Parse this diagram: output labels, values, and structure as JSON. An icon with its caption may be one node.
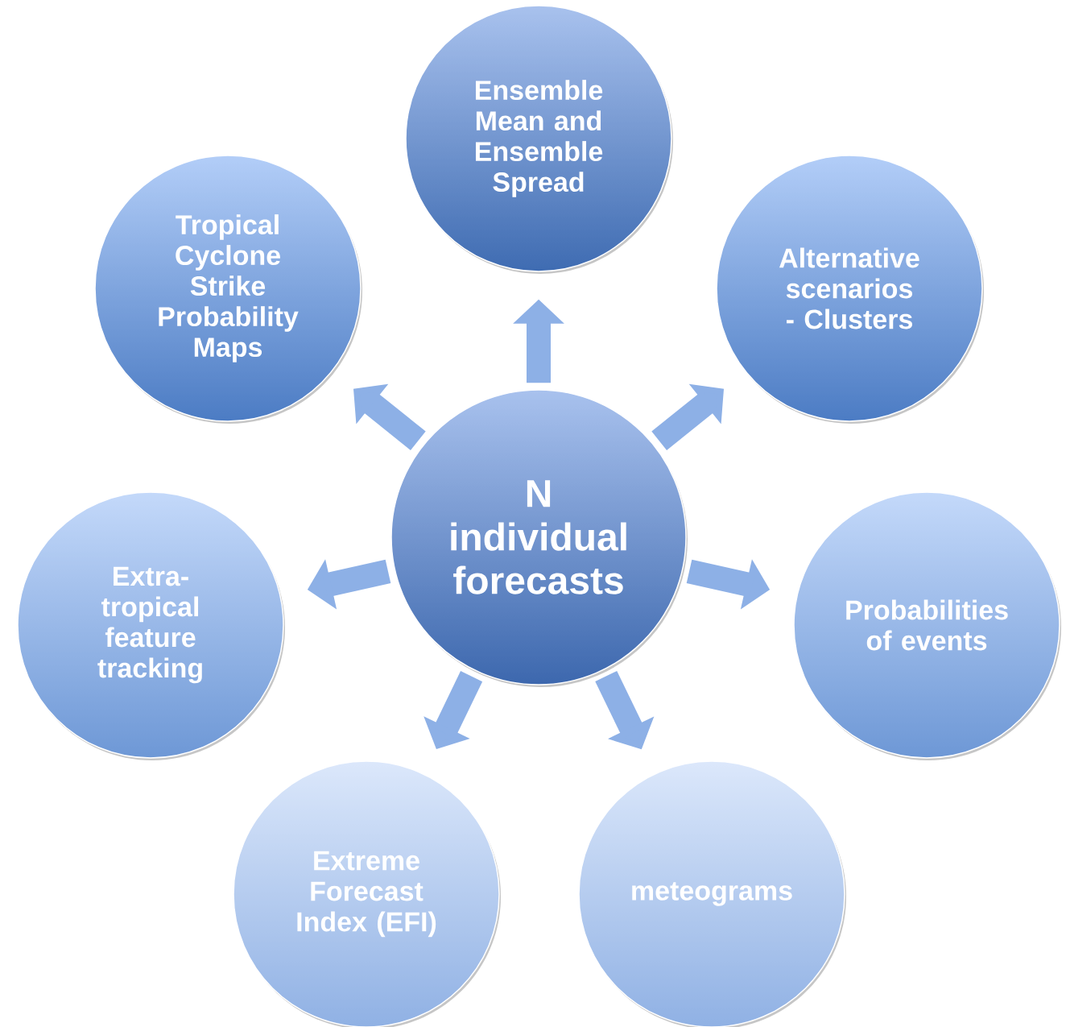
{
  "diagram": {
    "nodes": [
      {
        "text": [
          "Ensemble Mean and Ensemble Spread"
        ]
      },
      {
        "text": [
          "Tropical Cyclone Strike Probability Maps"
        ]
      },
      {
        "text": [
          "Alternative scenarios - Clusters"
        ]
      },
      {
        "text": [
          "N individual forecasts"
        ]
      },
      {
        "text": [
          "Extra-tropical feature tracking"
        ]
      },
      {
        "text": [
          "Probabilities of events"
        ]
      },
      {
        "text": [
          "Extreme Forecast Index (EFI)"
        ]
      },
      {
        "text": [
          "meteograms"
        ]
      }
    ],
    "edges": [
      {
        "from": 3,
        "to": 0,
        "arrow": "to"
      },
      {
        "from": 3,
        "to": 1,
        "arrow": "to"
      },
      {
        "from": 3,
        "to": 2,
        "arrow": "to"
      },
      {
        "from": 3,
        "to": 4,
        "arrow": "to"
      },
      {
        "from": 3,
        "to": 5,
        "arrow": "to"
      },
      {
        "from": 3,
        "to": 6,
        "arrow": "to"
      },
      {
        "from": 3,
        "to": 7,
        "arrow": "to"
      }
    ]
  }
}
